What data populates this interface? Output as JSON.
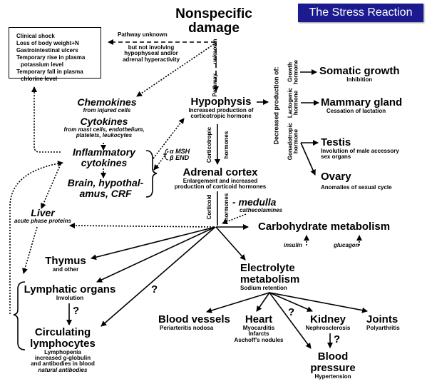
{
  "title": "The Stress Reaction",
  "nonspecific": [
    "Nonspecific",
    "damage"
  ],
  "effects_box": [
    "Clinical shock",
    "Loss of body weight+N",
    "Gastrointestinal ulcers",
    "Temporary rise in plasma",
    "potassium level",
    "Temporary fall in plasma",
    "chlorine level"
  ],
  "pathway_unknown": "Pathway unknown",
  "not_involving": [
    "but not involving",
    "hypophyseal and/or",
    "adrenal hyperactivity"
  ],
  "pathway_vertical": [
    "Pathway",
    "unknown"
  ],
  "chemokines": {
    "name": "Chemokines",
    "sub": "from injured cells"
  },
  "cytokines": {
    "name": "Cytokines",
    "sub": [
      "from mast cells, endothelium,",
      "platelets, leukocytes"
    ]
  },
  "inflammatory": [
    "Inflammatory",
    "cytokines"
  ],
  "brain": [
    "Brain, hypothal-",
    "amus, CRF"
  ],
  "msh": [
    "α MSH",
    "β END"
  ],
  "hypophysis": {
    "name": "Hypophysis",
    "sub": [
      "Increased production of",
      "corticotropic hormone"
    ]
  },
  "corticotropic": [
    "Corticotropic",
    "hormones"
  ],
  "adrenal": {
    "name": "Adrenal cortex",
    "sub": [
      "Enlargement and increased",
      "production of corticoid hormones"
    ]
  },
  "corticoid": [
    "Corticoid",
    "hormones"
  ],
  "medulla": {
    "name": "- medulla",
    "sub": "cathecolamines"
  },
  "decreased": "Decreased production of:",
  "hormones": [
    {
      "label": [
        "Growth",
        "hormone"
      ],
      "target": "Somatic growth",
      "effect": "Inhibition"
    },
    {
      "label": [
        "Lactogenic",
        "hormone"
      ],
      "target": "Mammary gland",
      "effect": "Cessation of lactation"
    },
    {
      "label": [
        "Gonadotropic",
        "hormone"
      ],
      "target": "Testis",
      "effect": [
        "Involution of male accessory",
        "sex organs"
      ]
    }
  ],
  "ovary": {
    "name": "Ovary",
    "sub": "Anomalies of sexual cycle"
  },
  "liver": {
    "name": "Liver",
    "sub": "acute phase proteins"
  },
  "carbohydrate": "Carbohydrate metabolism",
  "insulin": "insulin",
  "glucagon": "glucagon",
  "thymus": {
    "name": "Thymus",
    "sub": "and other"
  },
  "electrolyte": {
    "name": [
      "Electrolyte",
      "metabolism"
    ],
    "sub": "Sodium retention"
  },
  "lymphatic": {
    "name": "Lymphatic organs",
    "sub": "Involution"
  },
  "circulating": {
    "name": [
      "Circulating",
      "lymphocytes"
    ],
    "sub": [
      "Lymphopenia",
      "increased g-globulin",
      "and antibodies in blood",
      "natural antibodies"
    ]
  },
  "question": "?",
  "blood_vessels": {
    "name": "Blood vessels",
    "sub": "Periarteritis nodosa"
  },
  "heart": {
    "name": "Heart",
    "sub": [
      "Myocarditis",
      "Infarcts",
      "Aschoff's nodules"
    ]
  },
  "kidney": {
    "name": "Kidney",
    "sub": "Nephrosclerosis"
  },
  "joints": {
    "name": "Joints",
    "sub": "Polyarthritis"
  },
  "blood_pressure": {
    "name": [
      "Blood",
      "pressure"
    ],
    "sub": "Hypertension"
  },
  "colors": {
    "title_bg": "#1b1b8f",
    "title_text": "#ffffff",
    "ink": "#000000"
  }
}
